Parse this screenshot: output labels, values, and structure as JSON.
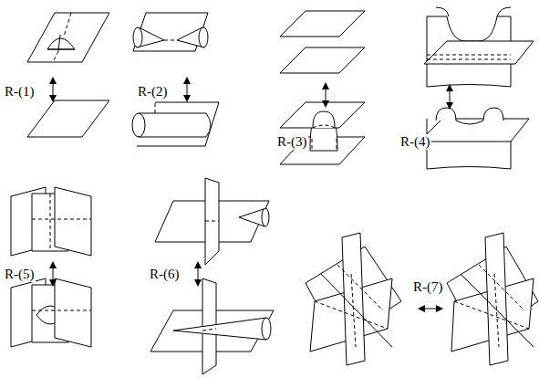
{
  "diagram": {
    "labels": [
      "R-(1)",
      "R-(2)",
      "R-(3)",
      "R-(4)",
      "R-(5)",
      "R-(6)",
      "R-(7)"
    ]
  }
}
